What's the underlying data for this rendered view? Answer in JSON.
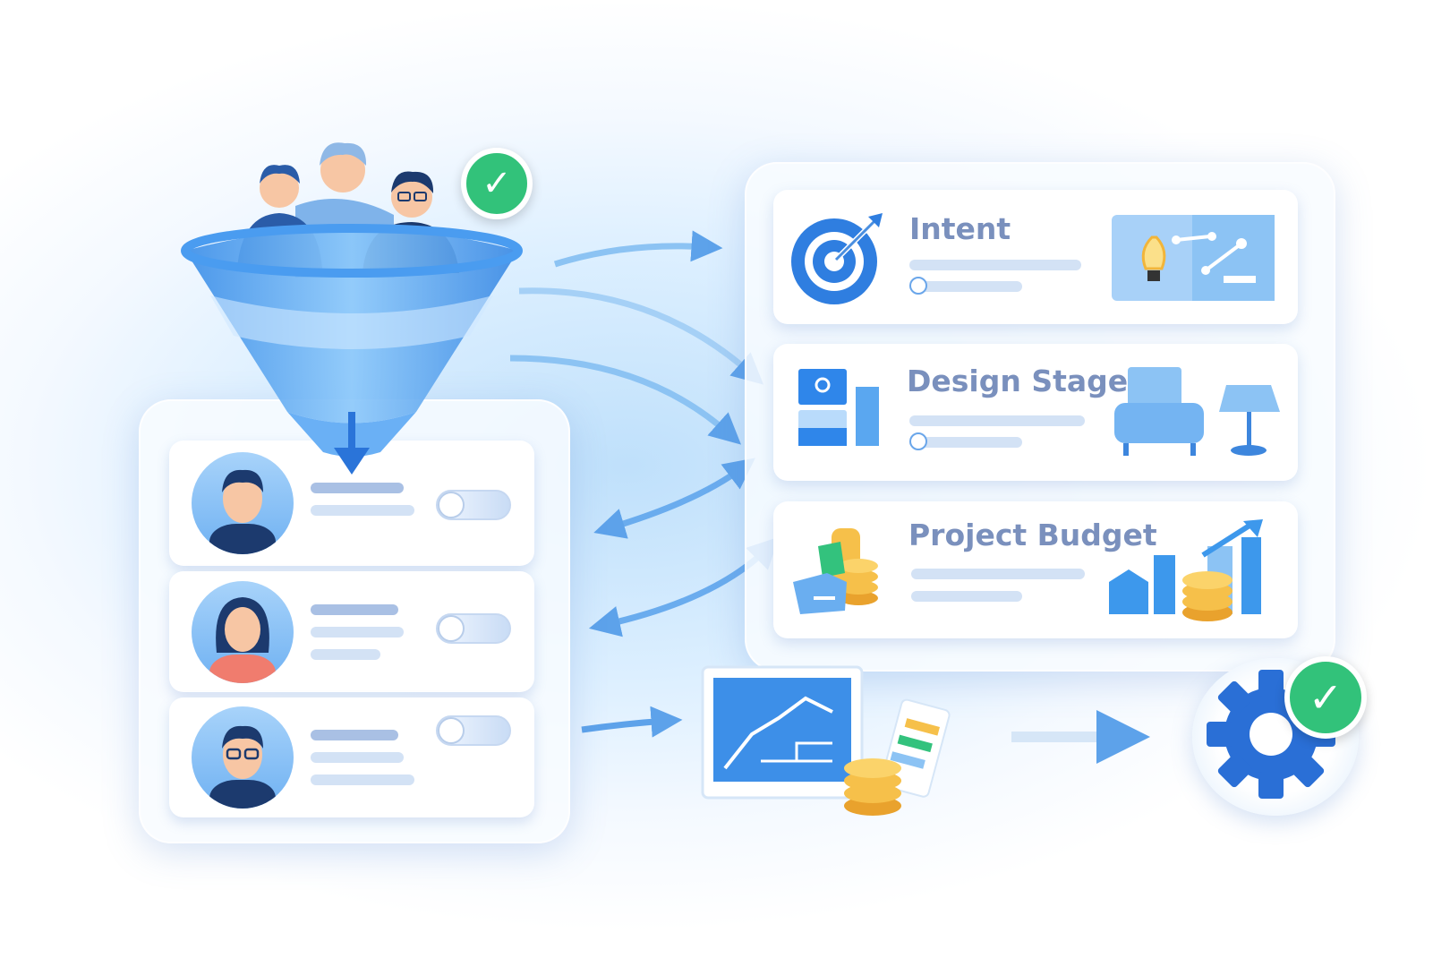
{
  "cards": [
    {
      "title": "Intent"
    },
    {
      "title": "Design Stage"
    },
    {
      "title": "Project Budget"
    }
  ],
  "colors": {
    "primary_blue": "#2f7ee0",
    "light_blue": "#8fc6f6",
    "check_green": "#32c27a",
    "title_text": "#7a90bd",
    "coin_gold": "#f2b53a"
  }
}
